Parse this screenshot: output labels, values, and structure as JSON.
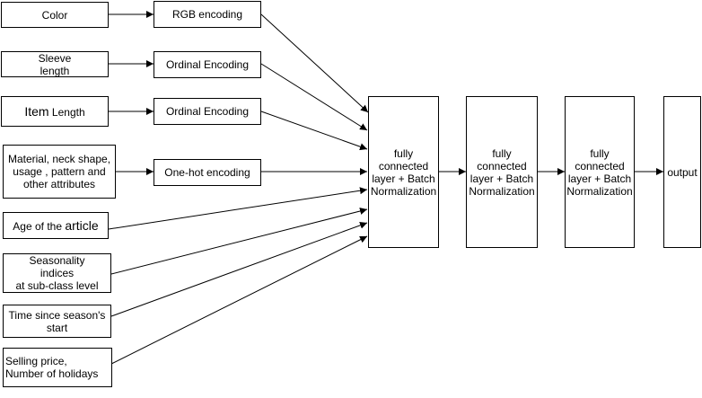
{
  "inputs": {
    "color": "Color",
    "sleeve_length": "Sleeve\nlength",
    "item_length_word": "Item",
    "item_length_rest": " Length",
    "material": "Material, neck shape,\nusage , pattern and\nother attributes",
    "age_prefix": "Age of the ",
    "age_word": "article",
    "seasonality": "Seasonality\nindices\nat sub-class level",
    "time_since": "Time since season's\nstart",
    "selling": "Selling price,\nNumber of holidays"
  },
  "encoders": {
    "rgb": "RGB encoding",
    "ordinal_1": "Ordinal Encoding",
    "ordinal_2": "Ordinal Encoding",
    "onehot": "One-hot encoding"
  },
  "layers": {
    "fc_1": "fully\nconnected\nlayer + Batch\nNormalization",
    "fc_2": "fully\nconnected\nlayer + Batch\nNormalization",
    "fc_3": "fully\nconnected\nlayer + Batch\nNormalization"
  },
  "output": "output",
  "colors": {
    "stroke": "#000000",
    "fill": "#ffffff"
  }
}
